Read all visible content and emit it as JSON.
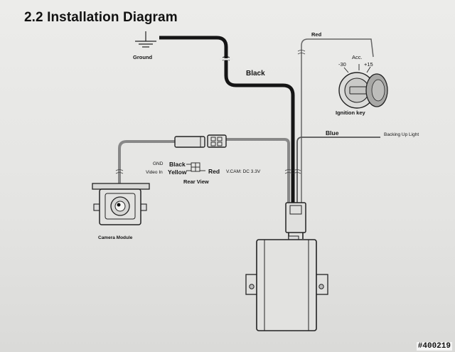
{
  "title": "2.2 Installation Diagram",
  "labels": {
    "ground": "Ground",
    "black_wire": "Black",
    "red_wire": "Red",
    "blue_wire": "Blue",
    "backing_up_light": "Backing Up Light",
    "ignition_key": "Ignition key",
    "ignition_minus30": "-30",
    "ignition_acc": "Acc.",
    "ignition_plus15": "+15",
    "camera_module": "Camera Module",
    "gnd": "GND",
    "video_in": "Video In",
    "connector_black": "Black",
    "connector_yellow": "Yellow",
    "connector_red": "Red",
    "rear_view": "Rear View",
    "vcam": "V.CAM: DC 3.3V"
  },
  "watermark": "#400219",
  "colors": {
    "paper": "#e6e6e4",
    "ink": "#151515",
    "thin_wire": "#777777"
  }
}
